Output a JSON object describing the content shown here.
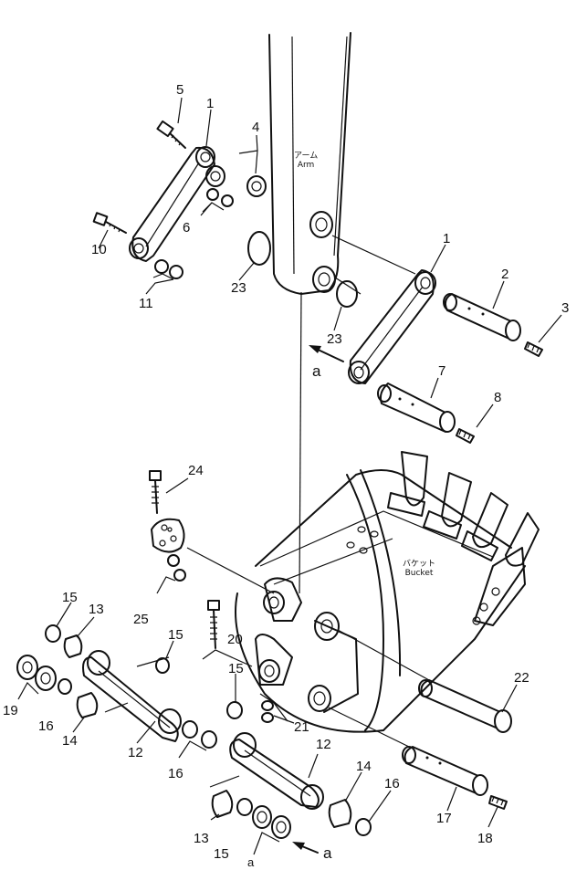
{
  "callouts": [
    {
      "id": "5",
      "text": "5"
    },
    {
      "id": "1a",
      "text": "1"
    },
    {
      "id": "4",
      "text": "4"
    },
    {
      "id": "6",
      "text": "6"
    },
    {
      "id": "10",
      "text": "10"
    },
    {
      "id": "11",
      "text": "11"
    },
    {
      "id": "23a",
      "text": "23"
    },
    {
      "id": "23b",
      "text": "23"
    },
    {
      "id": "1b",
      "text": "1"
    },
    {
      "id": "2",
      "text": "2"
    },
    {
      "id": "3",
      "text": "3"
    },
    {
      "id": "a1",
      "text": "a"
    },
    {
      "id": "7",
      "text": "7"
    },
    {
      "id": "8",
      "text": "8"
    },
    {
      "id": "24",
      "text": "24"
    },
    {
      "id": "25",
      "text": "25"
    },
    {
      "id": "15a",
      "text": "15"
    },
    {
      "id": "13a",
      "text": "13"
    },
    {
      "id": "15b",
      "text": "15"
    },
    {
      "id": "20",
      "text": "20"
    },
    {
      "id": "19",
      "text": "19"
    },
    {
      "id": "16a",
      "text": "16"
    },
    {
      "id": "14a",
      "text": "14"
    },
    {
      "id": "12a",
      "text": "12"
    },
    {
      "id": "16b",
      "text": "16"
    },
    {
      "id": "15c",
      "text": "15"
    },
    {
      "id": "21",
      "text": "21"
    },
    {
      "id": "12b",
      "text": "12"
    },
    {
      "id": "22",
      "text": "22"
    },
    {
      "id": "14b",
      "text": "14"
    },
    {
      "id": "16c",
      "text": "16"
    },
    {
      "id": "13b",
      "text": "13"
    },
    {
      "id": "15d",
      "text": "15"
    },
    {
      "id": "a2",
      "text": "a"
    },
    {
      "id": "a3",
      "text": "a"
    },
    {
      "id": "17",
      "text": "17"
    },
    {
      "id": "18",
      "text": "18"
    }
  ],
  "labels": {
    "arm_jp": "アーム",
    "arm_en": "Arm",
    "bucket_jp": "バケット",
    "bucket_en": "Bucket"
  }
}
